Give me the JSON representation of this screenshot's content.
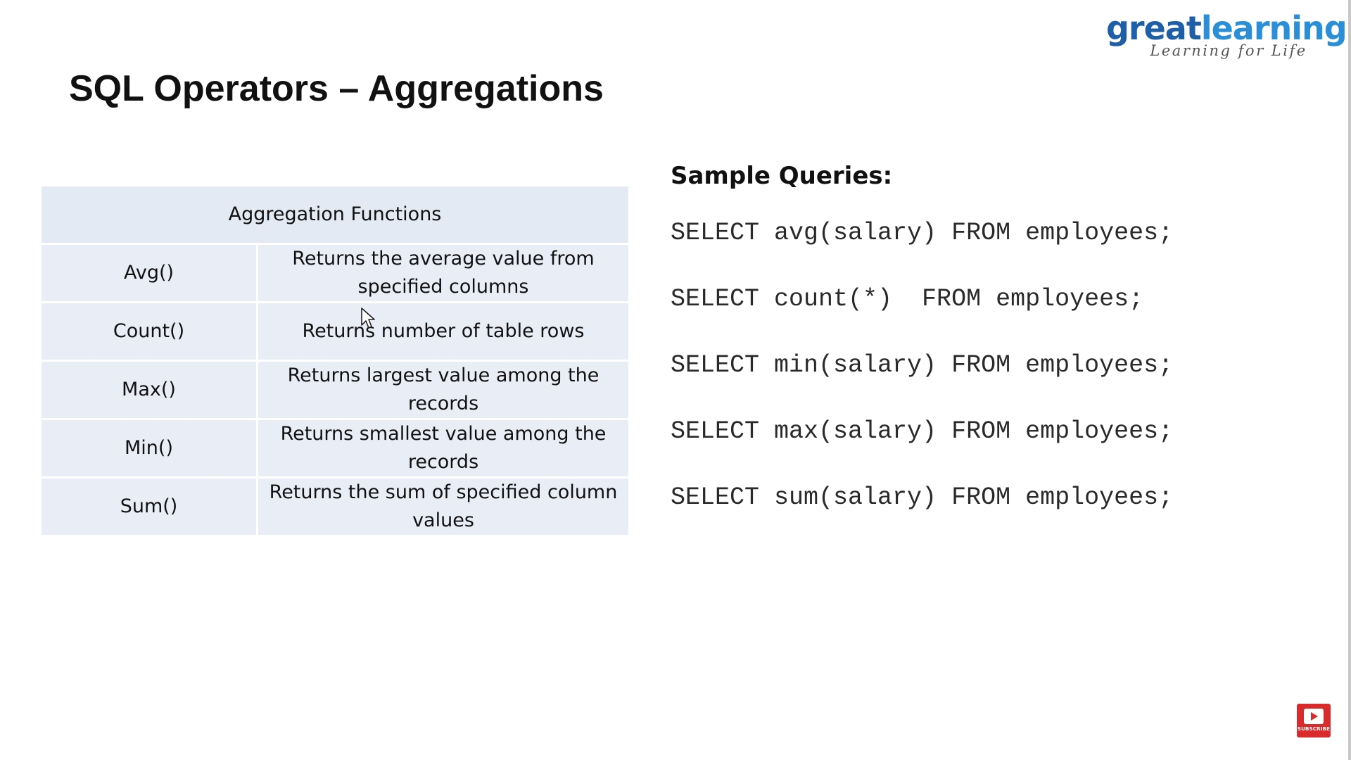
{
  "logo": {
    "word_part1": "great",
    "word_part2": "learning",
    "tagline": "Learning for Life"
  },
  "title": "SQL Operators – Aggregations",
  "table": {
    "header": "Aggregation Functions",
    "rows": [
      {
        "function": "Avg()",
        "description": "Returns the average value from specified columns"
      },
      {
        "function": "Count()",
        "description": "Returns number of table rows"
      },
      {
        "function": "Max()",
        "description": "Returns largest value among the records"
      },
      {
        "function": "Min()",
        "description": "Returns smallest value among the records"
      },
      {
        "function": "Sum()",
        "description": "Returns the sum of specified column values"
      }
    ]
  },
  "queries": {
    "heading": "Sample Queries:",
    "items": [
      "SELECT avg(salary) FROM employees;",
      "SELECT count(*)  FROM employees;",
      "SELECT min(salary) FROM employees;",
      "SELECT max(salary) FROM employees;",
      "SELECT sum(salary) FROM employees;"
    ]
  },
  "subscribe": {
    "label": "SUBSCRIBE"
  },
  "colors": {
    "table_cell": "#e9eef6",
    "logo_blue": "#2a8fd6",
    "subscribe_red": "#d92b2b"
  },
  "icons": [
    "mouse-cursor-icon",
    "subscribe-play-icon"
  ]
}
